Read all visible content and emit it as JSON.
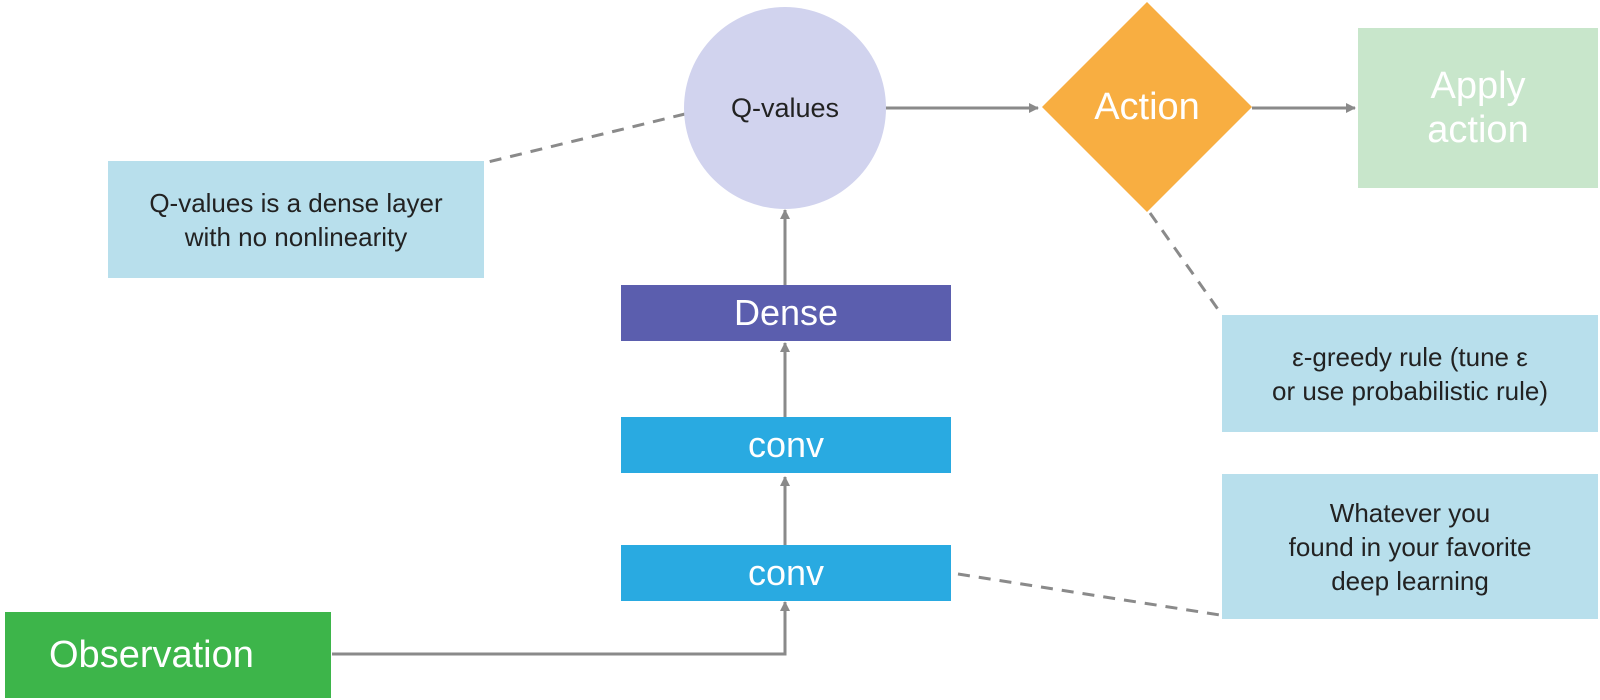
{
  "diagram": {
    "nodes": {
      "observation": {
        "label": "Observation",
        "color": "#3db54a"
      },
      "conv_bottom": {
        "label": "conv",
        "color": "#29aae1"
      },
      "conv_top": {
        "label": "conv",
        "color": "#29aae1"
      },
      "dense": {
        "label": "Dense",
        "color": "#5b5eae"
      },
      "q_values": {
        "label": "Q-values",
        "color": "#d1d3ee"
      },
      "action": {
        "label": "Action",
        "color": "#f8ae41"
      },
      "apply_action": {
        "label": "Apply\naction",
        "color": "#c8e6cb"
      }
    },
    "notes": {
      "q_values_note": "Q-values is a dense layer\nwith no nonlinearity",
      "egreedy_note": "ε-greedy rule (tune ε\nor use probabilistic rule)",
      "conv_note": "Whatever you\nfound  in your favorite\ndeep learning"
    },
    "colors": {
      "arrow": "#8a8a8a",
      "dashed": "#8a8a8a",
      "note_bg": "#b8dfec"
    }
  }
}
